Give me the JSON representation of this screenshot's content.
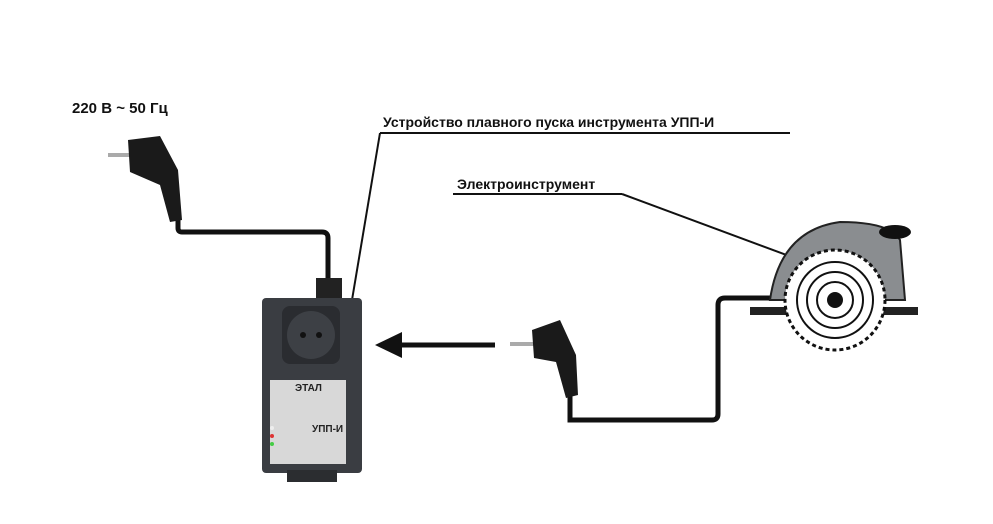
{
  "labels": {
    "power": "220 В ~ 50 Гц",
    "device": "Устройство плавного пуска инструмента УПП-И",
    "tool": "Электроинструмент"
  },
  "device": {
    "brand": "ЭТАЛ",
    "model": "УПП-И"
  },
  "colors": {
    "device_body": "#3a3d42",
    "label_panel": "#d8d8d8",
    "cable": "#111111"
  }
}
